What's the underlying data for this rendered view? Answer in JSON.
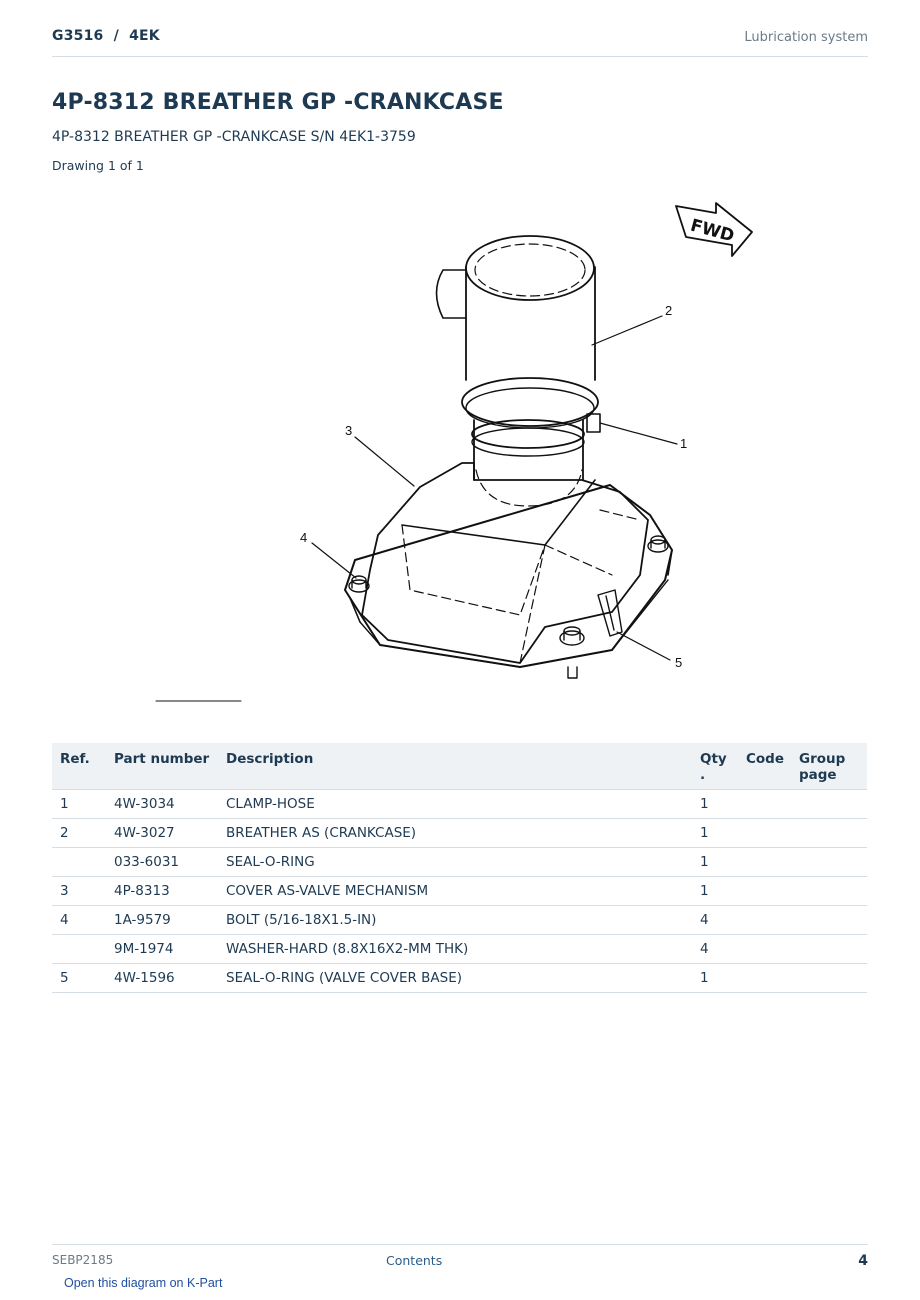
{
  "header": {
    "model": "G3516  /  4EK",
    "section": "Lubrication system"
  },
  "title": "4P-8312 BREATHER GP -CRANKCASE",
  "subtitle": "4P-8312 BREATHER GP -CRANKCASE S/N 4EK1-3759",
  "drawing_count": "Drawing 1 of 1",
  "drawing": {
    "fwd_label": "FWD",
    "callouts": [
      "1",
      "2",
      "3",
      "4",
      "5"
    ]
  },
  "table": {
    "headers": {
      "ref": "Ref.",
      "part_number": "Part number",
      "description": "Description",
      "qty": "Qty\n.",
      "code": "Code",
      "group_page": "Group\npage"
    },
    "rows": [
      {
        "ref": "1",
        "part_number": "4W-3034",
        "description": "CLAMP-HOSE",
        "qty": "1",
        "code": "",
        "group_page": ""
      },
      {
        "ref": "2",
        "part_number": "4W-3027",
        "description": "BREATHER AS (CRANKCASE)",
        "qty": "1",
        "code": "",
        "group_page": ""
      },
      {
        "ref": "",
        "part_number": "033-6031",
        "description": "SEAL-O-RING",
        "qty": "1",
        "code": "",
        "group_page": ""
      },
      {
        "ref": "3",
        "part_number": "4P-8313",
        "description": "COVER AS-VALVE MECHANISM",
        "qty": "1",
        "code": "",
        "group_page": ""
      },
      {
        "ref": "4",
        "part_number": "1A-9579",
        "description": "BOLT (5/16-18X1.5-IN)",
        "qty": "4",
        "code": "",
        "group_page": ""
      },
      {
        "ref": "",
        "part_number": "9M-1974",
        "description": "WASHER-HARD (8.8X16X2-MM THK)",
        "qty": "4",
        "code": "",
        "group_page": ""
      },
      {
        "ref": "5",
        "part_number": "4W-1596",
        "description": "SEAL-O-RING (VALVE COVER BASE)",
        "qty": "1",
        "code": "",
        "group_page": ""
      }
    ]
  },
  "footer": {
    "doc_id": "SEBP2185",
    "contents_link": "Contents",
    "page_number": "4"
  },
  "kpart_link": "Open this diagram on K-Part"
}
